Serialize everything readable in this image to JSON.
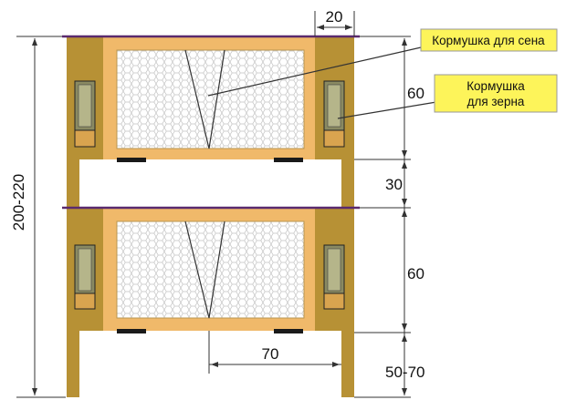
{
  "callouts": {
    "hay_feeder": "Кормушка для сена",
    "grain_feeder_line1": "Кормушка",
    "grain_feeder_line2": "для зерна"
  },
  "dimensions": {
    "top_width": "20",
    "tier_height_top": "60",
    "tier_gap": "30",
    "tier_height_bottom": "60",
    "total_height": "200-220",
    "leg_spacing": "70",
    "leg_height": "50-70"
  },
  "colors": {
    "frame": "#c8a24a",
    "panel": "#f0b96a",
    "post": "#b79135",
    "mesh_bg": "#ffffff",
    "mesh_line": "#c9c9c9",
    "roof": "#5a2a6e",
    "feeder_body": "#8a8a62",
    "callout_fill": "#fdf45a",
    "callout_border": "#999999",
    "dim_line": "#333333"
  }
}
